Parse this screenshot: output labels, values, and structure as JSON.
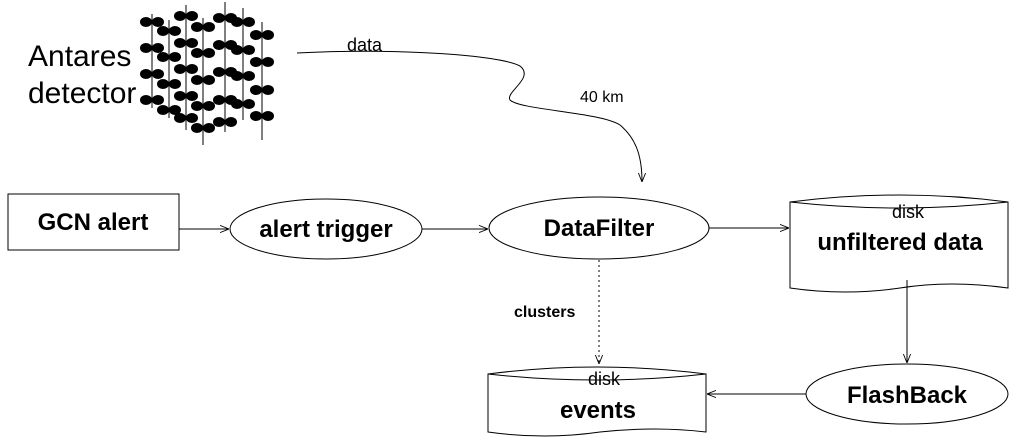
{
  "detector": {
    "line1": "Antares",
    "line2": "detector"
  },
  "link": {
    "data_label": "data",
    "distance_label": "40 km"
  },
  "nodes": {
    "gcn_alert": "GCN alert",
    "alert_trigger": "alert trigger",
    "datafilter": "DataFilter",
    "unfiltered_disk": {
      "top": "disk",
      "label": "unfiltered data"
    },
    "flashback": "FlashBack",
    "events_disk": {
      "top": "disk",
      "label": "events"
    }
  },
  "edges": {
    "clusters_label": "clusters"
  }
}
